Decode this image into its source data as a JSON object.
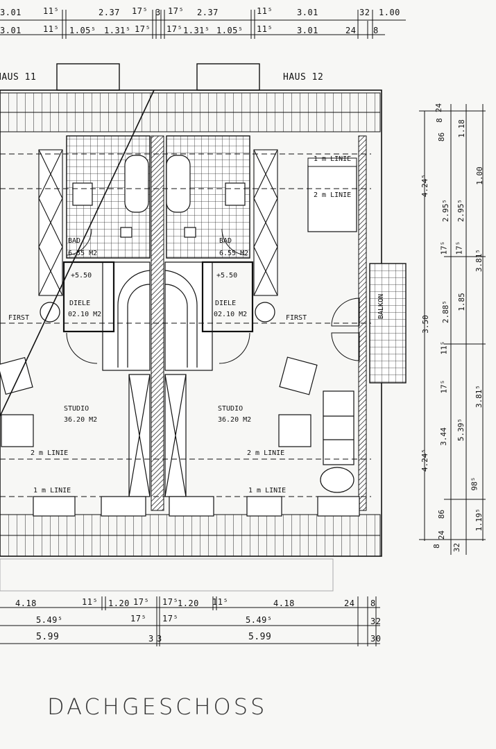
{
  "title": "DACHGESCHOSS",
  "houses": {
    "left": "HAUS 11",
    "right": "HAUS 12"
  },
  "top_dims": {
    "row1": [
      "3.01",
      "11⁵",
      "2.37",
      "17⁵",
      "3",
      "17⁵",
      "2.37",
      "11⁵",
      "3.01",
      "32",
      "1.00"
    ],
    "row2": [
      "3.01",
      "11⁵",
      "1.05⁵",
      "1.31⁵",
      "17⁵",
      "17⁵",
      "1.31⁵",
      "1.05⁵",
      "11⁵",
      "3.01",
      "24",
      "8"
    ]
  },
  "bottom_dims": {
    "row1": [
      "4.18",
      "11⁵",
      "1.20",
      "17⁵",
      "17⁵",
      "1.20",
      "11⁵",
      "4.18",
      "24",
      "8"
    ],
    "row2": [
      "5.49⁵",
      "17⁵",
      "17⁵",
      "5.49⁵",
      "32"
    ],
    "row3": [
      "5.99",
      "3",
      "3",
      "5.99",
      "30"
    ]
  },
  "right_dims": {
    "col1": [
      "24",
      "8",
      "86",
      "1.18",
      "1.00",
      "2.95⁵",
      "17⁵",
      "3.81⁵",
      "1.85",
      "11⁵",
      "17⁵",
      "3.81⁵",
      "98⁵",
      "1.19⁵",
      "32"
    ],
    "col2": [
      "4.24⁵",
      "2.95⁵",
      "17⁵",
      "2.88⁵",
      "3.50",
      "3.44",
      "5.39⁵",
      "4.24⁵",
      "86",
      "24",
      "8"
    ]
  },
  "rooms": {
    "bad_left": {
      "name": "BAD",
      "area": "6.55 M2"
    },
    "bad_right": {
      "name": "BAD",
      "area": "6.55 M2"
    },
    "diele_left": {
      "name": "DIELE",
      "area": "02.10 M2",
      "level": "+5.50"
    },
    "diele_right": {
      "name": "DIELE",
      "area": "02.10 M2",
      "level": "+5.50"
    },
    "studio_left": {
      "name": "STUDIO",
      "area": "36.20 M2"
    },
    "studio_right": {
      "name": "STUDIO",
      "area": "36.20 M2"
    },
    "balkon": "BALKON"
  },
  "lines": {
    "first": "FIRST",
    "one_m": "1 m LINIE",
    "two_m": "2 m LINIE"
  }
}
